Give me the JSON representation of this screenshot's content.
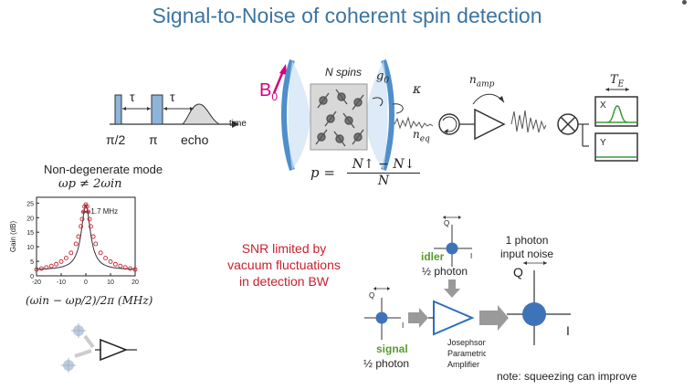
{
  "title": "Signal-to-Noise of coherent spin detection",
  "pulse": {
    "label_pi2": "π/2",
    "label_pi": "π",
    "label_echo": "echo",
    "label_time": "time",
    "tau1": "τ",
    "tau2": "τ"
  },
  "setup": {
    "b0_label": "B",
    "b0_sub": "0",
    "n_spins": "N spins",
    "g0": "g",
    "g0_sub": "0",
    "kappa": "κ",
    "n_eq": "n",
    "n_eq_sub": "eq",
    "n_amp": "n",
    "n_amp_sub": "amp",
    "te": "T",
    "te_sub": "E",
    "channel_x": "X",
    "channel_y": "Y",
    "polarization_p": "p =",
    "numerator": "N↑ − N↓",
    "denominator": "N"
  },
  "gain_plot": {
    "heading": "Non-degenerate mode",
    "condition": "ωp ≠ 2ωin",
    "ylabel": "Gain (dB)",
    "xlabel": "(ωin − ωp/2)/2π (MHz)",
    "bandwidth_label": "1.7 MHz",
    "y_ticks": [
      "25",
      "20",
      "15",
      "10",
      "5",
      "0"
    ],
    "x_ticks": [
      "-20",
      "-10",
      "0",
      "10",
      "20"
    ]
  },
  "chart_data": {
    "type": "scatter",
    "ylabel": "Gain (dB)",
    "xlim": [
      -20,
      20
    ],
    "ylim": [
      0,
      27
    ],
    "x": [
      -20,
      -18,
      -16,
      -14,
      -12,
      -10,
      -8,
      -6,
      -4,
      -3,
      -2,
      -1.5,
      -1,
      -0.5,
      0,
      0.5,
      1,
      1.5,
      2,
      3,
      4,
      6,
      8,
      10,
      12,
      14,
      16,
      18,
      20
    ],
    "y": [
      2.2,
      2.5,
      2.9,
      3.4,
      4.0,
      4.9,
      6.1,
      7.9,
      11.0,
      13.5,
      17.0,
      19.5,
      22.0,
      23.8,
      24.5,
      23.8,
      22.0,
      19.5,
      17.0,
      13.5,
      11.0,
      7.9,
      6.1,
      4.9,
      4.0,
      3.4,
      2.9,
      2.5,
      2.2
    ]
  },
  "snr_note": {
    "line1": "SNR limited by",
    "line2": "vacuum fluctuations",
    "line3": "in detection BW"
  },
  "jpa_diagram": {
    "axis_q": "Q",
    "axis_i": "I",
    "idler_label": "idler",
    "idler_photon": "½ photon",
    "signal_label": "signal",
    "signal_photon": "½ photon",
    "amp_line1": "Josephson",
    "amp_line2": "Parametric",
    "amp_line3": "Amplifier",
    "output_line1": "1 photon",
    "output_line2": "input noise",
    "output_q": "Q",
    "output_i": "I",
    "note": "note: squeezing can improve"
  }
}
